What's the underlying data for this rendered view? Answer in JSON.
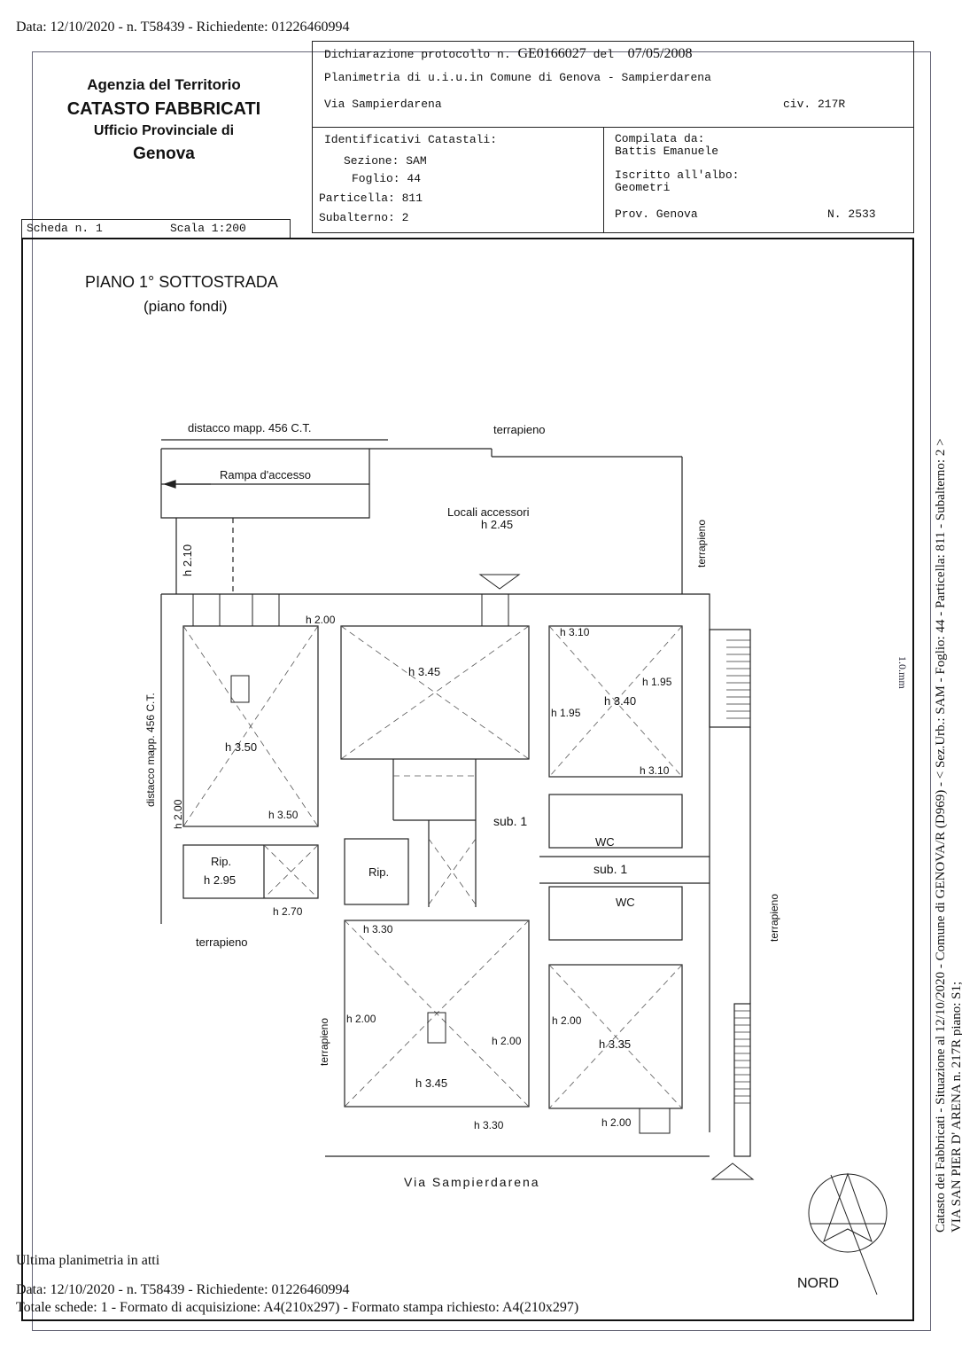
{
  "header_line": "Data: 12/10/2020 - n. T58439 - Richiedente: 01226460994",
  "agency": {
    "line1": "Agenzia del Territorio",
    "line2": "CATASTO FABBRICATI",
    "line3": "Ufficio Provinciale di",
    "line4": "Genova"
  },
  "declaration": {
    "label": "Dichiarazione protocollo n.",
    "number": "GE0166027",
    "del_label": "del",
    "date": "07/05/2008",
    "planimetria": "Planimetria di u.i.u.in Comune di Genova - Sampierdarena",
    "via": "Via Sampierdarena",
    "civ": "civ. 217R"
  },
  "identificativi": {
    "title": "Identificativi Catastali:",
    "sezione": "Sezione: SAM",
    "foglio": "Foglio: 44",
    "particella": "Particella: 811",
    "subalterno": "Subalterno: 2"
  },
  "compilata": {
    "label": "Compilata da:",
    "name": "Battis Emanuele",
    "iscritto": "Iscritto all'albo:",
    "albo": "Geometri",
    "prov": "Prov. Genova",
    "numero": "N. 2533"
  },
  "scheda": {
    "n": "Scheda n. 1",
    "scala": "Scala 1:200"
  },
  "plan_title": {
    "line1": "PIANO 1° SOTTOSTRADA",
    "line2": "(piano fondi)"
  },
  "plan_labels": {
    "distacco_top": "distacco mapp. 456 C.T.",
    "terrapieno_top": "terrapieno",
    "rampa": "Rampa d'accesso",
    "locali": "Locali accessori",
    "h245": "h 2.45",
    "h210": "h 2.10",
    "terrapieno_right_top": "terrapieno",
    "h200_a": "h 2.00",
    "h345_top": "h 3.45",
    "h310_a": "h 3.10",
    "h195_a": "h 1.95",
    "h340": "h 3.40",
    "h195_b": "h 1.95",
    "h310_b": "h 3.10",
    "distacco_left": "distacco mapp. 456 C.T.",
    "h350_a": "h 3.50",
    "h350_b": "h 3.50",
    "h200_b": "h 2.00",
    "sub1_a": "sub. 1",
    "wc_a": "WC",
    "sub1_b": "sub. 1",
    "rip_a": "Rip.",
    "h295": "h 2.95",
    "rip_b": "Rip.",
    "h270": "h 2.70",
    "wc_b": "WC",
    "terrapieno_left": "terrapieno",
    "terrapieno_right": "terrapieno",
    "h330_a": "h 3.30",
    "h200_c": "h 2.00",
    "h200_d": "h 2.00",
    "h345_bottom": "h 3.45",
    "h200_e": "h 2.00",
    "h335": "h 3.35",
    "h330_b": "h 3.30",
    "h200_f": "h 2.00",
    "terrapieno_mid": "terrapieno",
    "street": "Via   Sampierdarena",
    "nord": "NORD"
  },
  "side_text": {
    "line1": "Catasto dei Fabbricati - Situazione al 12/10/2020 - Comune di GENOVA/R (D969) - < Sez.Urb.: SAM - Foglio: 44 - Particella: 811 - Subalterno: 2 >",
    "line2": "VIA SAN PIER D' ARENA n. 217R piano: S1;",
    "stamp": "1.0.mm"
  },
  "footer": {
    "ultima": "Ultima planimetria in atti",
    "data": "Data: 12/10/2020 - n. T58439 - Richiedente: 01226460994",
    "totale": "Totale schede: 1 - Formato di acquisizione: A4(210x297)  - Formato stampa richiesto: A4(210x297)"
  }
}
